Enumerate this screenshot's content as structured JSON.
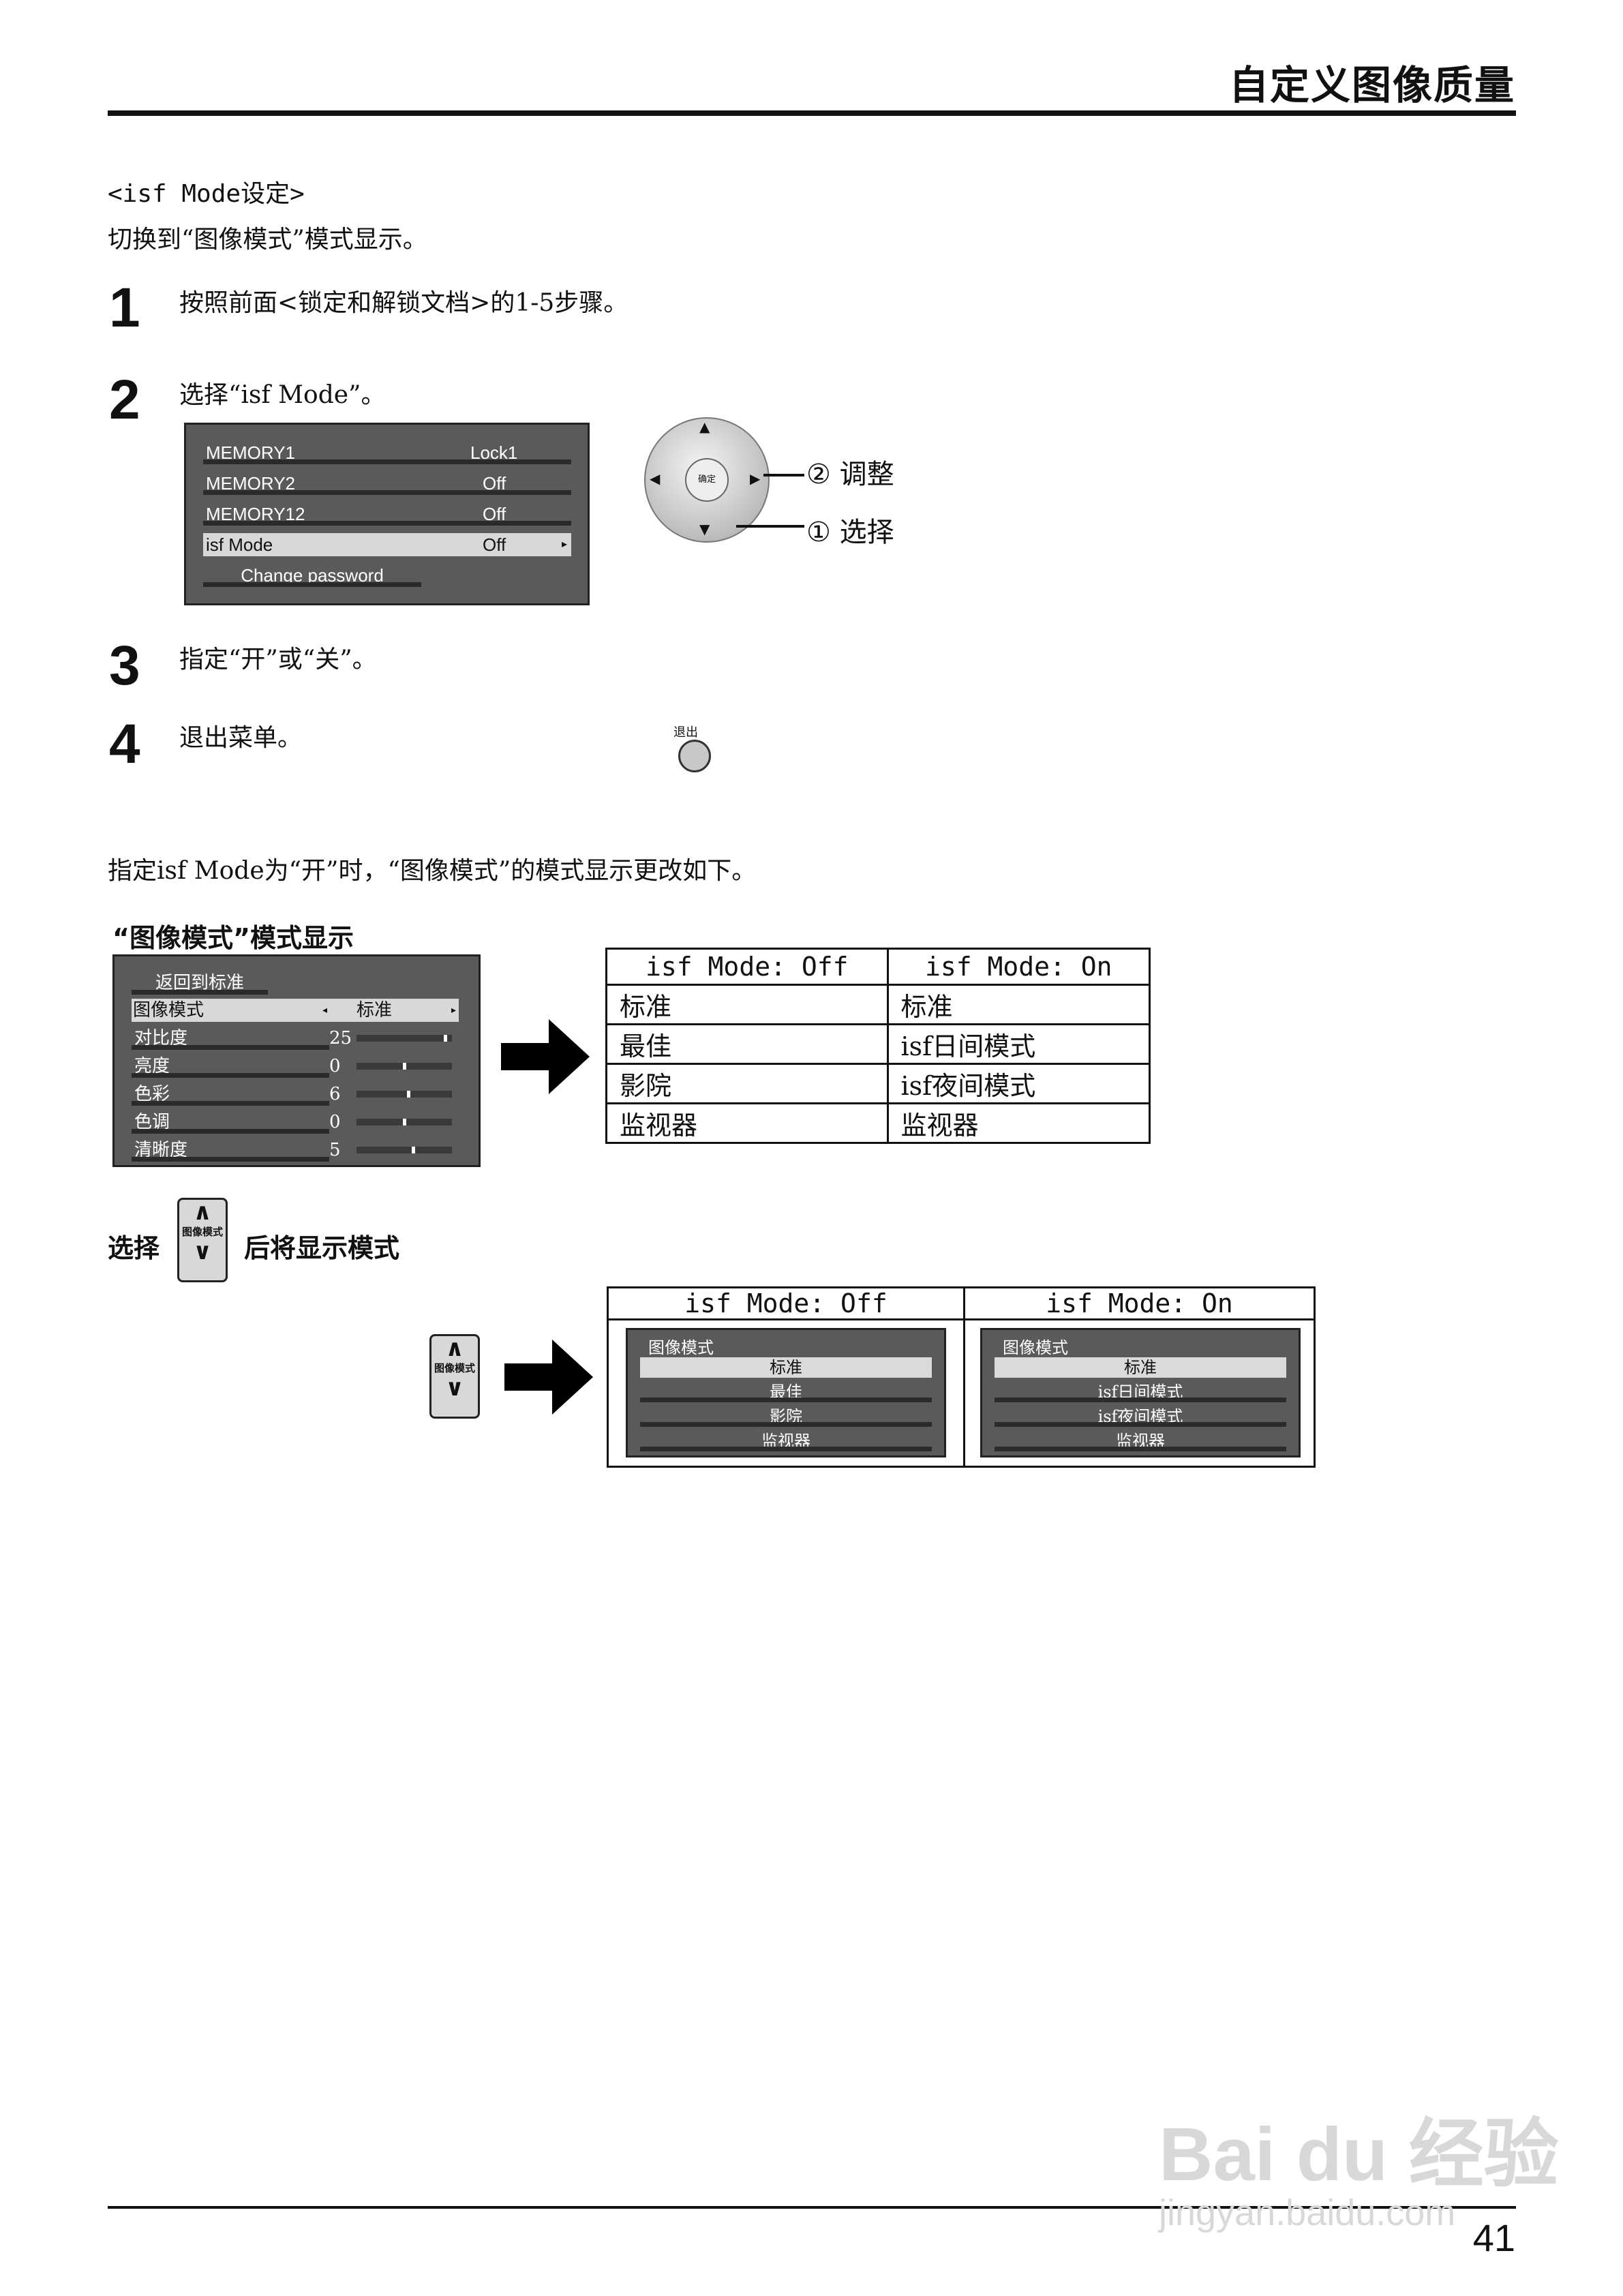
{
  "header": {
    "title": "自定义图像质量"
  },
  "section": {
    "heading": "<isf Mode设定>",
    "intro": "切换到“图像模式”模式显示。"
  },
  "steps": [
    {
      "num": "1",
      "text": "按照前面<锁定和解锁文档>的1-5步骤。"
    },
    {
      "num": "2",
      "text": "选择“isf Mode”。"
    },
    {
      "num": "3",
      "text": "指定“开”或“关”。"
    },
    {
      "num": "4",
      "text": "退出菜单。"
    }
  ],
  "lock_menu": {
    "rows": [
      {
        "label": "MEMORY1",
        "value": "Lock1"
      },
      {
        "label": "MEMORY2",
        "value": "Off"
      },
      {
        "label": "MEMORY12",
        "value": "Off"
      },
      {
        "label": "isf Mode",
        "value": "Off"
      },
      {
        "label": "Change password",
        "value": ""
      }
    ]
  },
  "remote": {
    "center_label": "确定",
    "adjust_label": "② 调整",
    "select_label": "① 选择",
    "exit_label": "退出"
  },
  "note": "指定isf Mode为“开”时，“图像模式”的模式显示更改如下。",
  "pic_menu_caption": "“图像模式”模式显示",
  "pic_menu": {
    "return_label": "返回到标准",
    "rows": [
      {
        "label": "图像模式",
        "value": "标准",
        "level": null
      },
      {
        "label": "对比度",
        "value": "25",
        "level": 0.95
      },
      {
        "label": "亮度",
        "value": "0",
        "level": 0.5
      },
      {
        "label": "色彩",
        "value": "6",
        "level": 0.55
      },
      {
        "label": "色调",
        "value": "0",
        "level": 0.5
      },
      {
        "label": "清晰度",
        "value": "5",
        "level": 0.6
      }
    ]
  },
  "mapping_table": {
    "headers": [
      "isf Mode: Off",
      "isf Mode: On"
    ],
    "rows": [
      [
        "标准",
        "标准"
      ],
      [
        "最佳",
        "isf日间模式"
      ],
      [
        "影院",
        "isf夜间模式"
      ],
      [
        "监视器",
        "监视器"
      ]
    ]
  },
  "select_line": {
    "before": "选择",
    "after": "后将显示模式"
  },
  "picture_mode_key": {
    "up": "∧",
    "label": "图像模式",
    "down": "∨"
  },
  "compare": {
    "off": {
      "header": "isf Mode: Off",
      "title": "图像模式",
      "items": [
        "标准",
        "最佳",
        "影院",
        "监视器"
      ]
    },
    "on": {
      "header": "isf Mode: On",
      "title": "图像模式",
      "items": [
        "标准",
        "isf日间模式",
        "isf夜间模式",
        "监视器"
      ]
    }
  },
  "footer": {
    "page_number": "41"
  },
  "watermark": {
    "brand": "Bai du 经验",
    "url": "jingyan.baidu.com"
  }
}
